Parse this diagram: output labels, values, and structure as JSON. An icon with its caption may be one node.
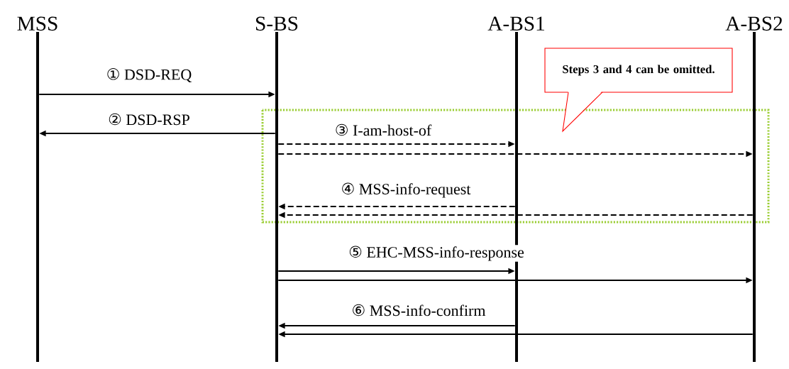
{
  "diagram": {
    "nodes": [
      {
        "text": [
          "MSS"
        ]
      },
      {
        "text": [
          "S-BS"
        ]
      },
      {
        "text": [
          "A-BS1"
        ]
      },
      {
        "text": [
          "A-BS2"
        ]
      },
      {
        "text": [
          "Steps 3 and 4 can be omitted."
        ]
      }
    ],
    "edges": [
      {
        "from": 0,
        "to": 1,
        "arrow": "to",
        "label": "① DSD-REQ"
      },
      {
        "from": 1,
        "to": 0,
        "arrow": "to",
        "label": "② DSD-RSP"
      },
      {
        "from": 1,
        "to": 2,
        "arrow": "to",
        "style": "dashed",
        "label": "③ I-am-host-of"
      },
      {
        "from": 1,
        "to": 3,
        "arrow": "to",
        "style": "dashed"
      },
      {
        "from": 2,
        "to": 1,
        "arrow": "to",
        "style": "dashed",
        "label": "④ MSS-info-request"
      },
      {
        "from": 3,
        "to": 1,
        "arrow": "to",
        "style": "dashed"
      },
      {
        "from": 1,
        "to": 2,
        "arrow": "to",
        "label": "⑤ EHC-MSS-info-response"
      },
      {
        "from": 1,
        "to": 3,
        "arrow": "to"
      },
      {
        "from": 2,
        "to": 1,
        "arrow": "to",
        "label": "⑥ MSS-info-confirm"
      },
      {
        "from": 3,
        "to": 1,
        "arrow": "to"
      }
    ]
  }
}
